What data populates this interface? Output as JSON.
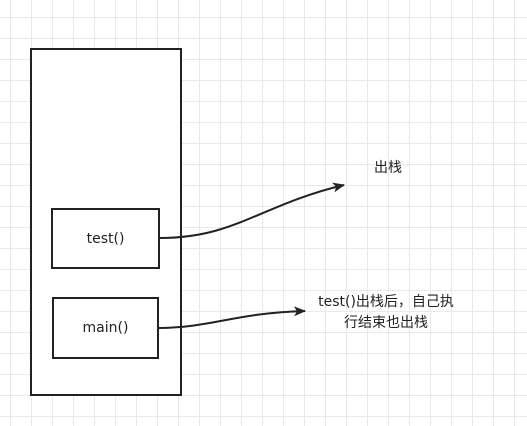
{
  "stack": {
    "frames": [
      {
        "label": "test()"
      },
      {
        "label": "main()"
      }
    ]
  },
  "annotations": {
    "pop_label": "出栈",
    "note_line1": "test()出栈后，自己执",
    "note_line2": "行结束也出栈"
  },
  "colors": {
    "stroke": "#222222",
    "grid": "#e9e9e9",
    "background": "#ffffff"
  }
}
